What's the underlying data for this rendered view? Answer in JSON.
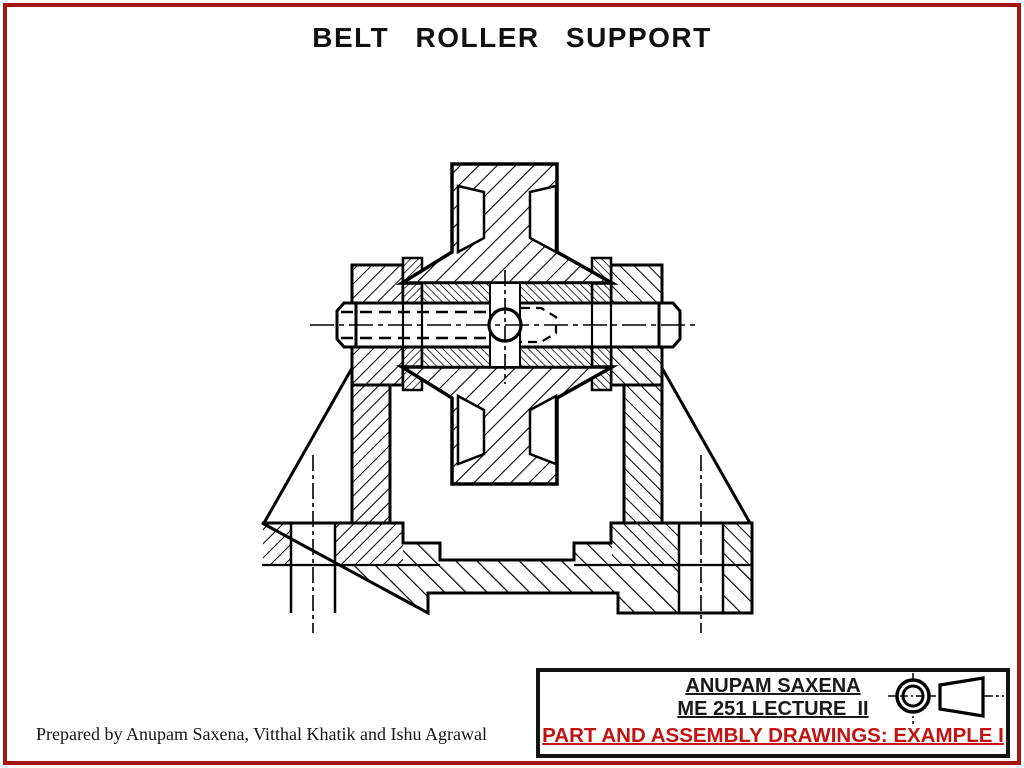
{
  "slide": {
    "title": "BELT ROLLER SUPPORT"
  },
  "colors": {
    "frame": "#a51512",
    "drawing_lines": "#000000",
    "title_block_text": "#1a1a1a",
    "title_block_accent": "#c21310"
  },
  "drawing": {
    "name": "belt-roller-support-sectional-assembly",
    "description": "Sectional front view: hatched belt roller on a horizontal shaft with centerline, two support brackets with spacer collars and gussets, stepped base plate with two bolt holes, central pin with oil hole"
  },
  "footer": {
    "credit": "Prepared by Anupam Saxena, Vitthal Khatik and Ishu Agrawal"
  },
  "title_block": {
    "line1": "ANUPAM SAXENA",
    "line2": "ME 251 LECTURE  II",
    "line3": "PART AND ASSEMBLY DRAWINGS: EXAMPLE I",
    "icon": "first-angle-projection-symbol-icon"
  }
}
